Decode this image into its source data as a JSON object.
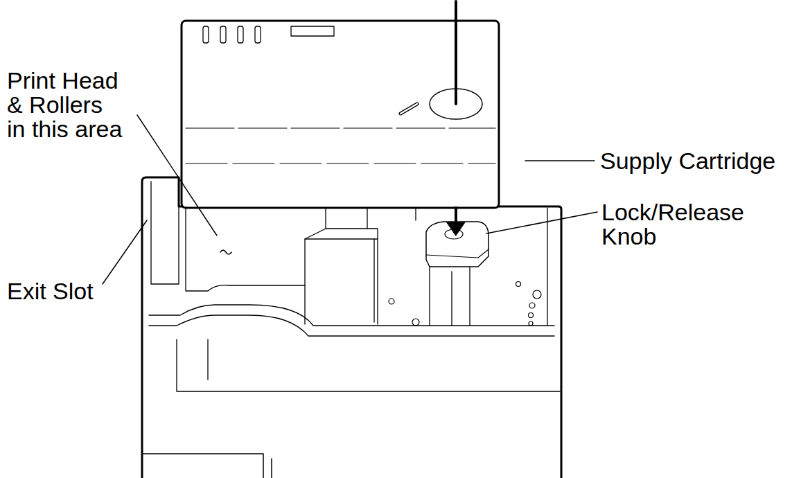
{
  "diagram": {
    "labels": [
      "Print Head & Rollers in this area",
      "Supply Cartridge",
      "Lock/Release Knob",
      "Exit Slot"
    ]
  }
}
